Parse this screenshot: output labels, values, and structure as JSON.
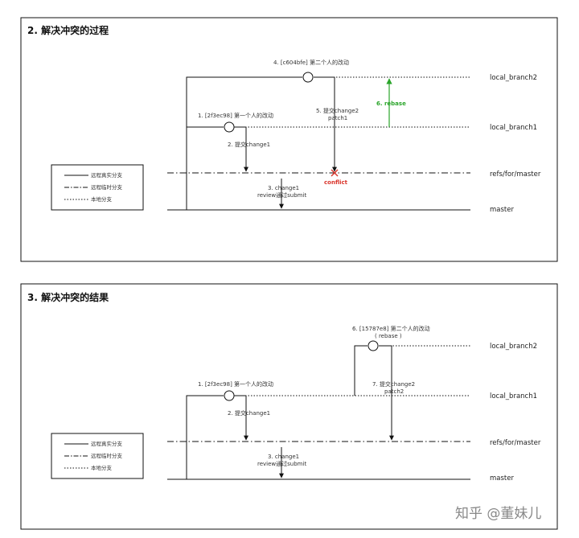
{
  "panel1": {
    "title": "2. 解决冲突的过程",
    "commit2_label": "4. [c604bfe] 第二个人的改动",
    "commit1_label": "1. [2f3ec98] 第一个人的改动",
    "submit1_label": "2. 提交change1",
    "submit2_label": "5. 提交change2",
    "submit2_patch": "patch1",
    "review_line1": "3. change1",
    "review_line2": "review通过submit",
    "conflict_label": "conflict",
    "rebase_label": "6. rebase",
    "branches": [
      "local_branch2",
      "local_branch1",
      "refs/for/master",
      "master"
    ],
    "legend": [
      "远程真实分支",
      "远程临时分支",
      "本地分支"
    ]
  },
  "panel2": {
    "title": "3. 解决冲突的结果",
    "commit2_label": "6. [15787e8] 第二个人的改动",
    "commit2_sub": "( rebase )",
    "commit1_label": "1. [2f3ec98] 第一个人的改动",
    "submit1_label": "2. 提交change1",
    "submit2_label": "7. 提交change2",
    "submit2_patch": "patch2",
    "review_line1": "3. change1",
    "review_line2": "review通过submit",
    "branches": [
      "local_branch2",
      "local_branch1",
      "refs/for/master",
      "master"
    ],
    "legend": [
      "远程真实分支",
      "远程临时分支",
      "本地分支"
    ]
  },
  "watermark": "知乎 @董妹儿",
  "colors": {
    "conflict": "#d9342b",
    "rebase": "#2aa52a",
    "line": "#111111"
  }
}
